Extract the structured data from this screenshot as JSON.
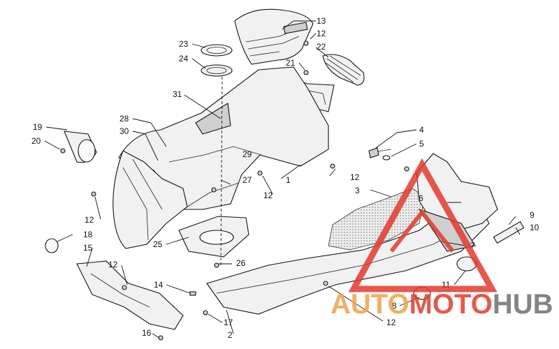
{
  "callouts": [
    {
      "id": "c13",
      "text": "13"
    },
    {
      "id": "c12a",
      "text": "12"
    },
    {
      "id": "c22",
      "text": "22"
    },
    {
      "id": "c23",
      "text": "23"
    },
    {
      "id": "c24",
      "text": "24"
    },
    {
      "id": "c21",
      "text": "21"
    },
    {
      "id": "c31",
      "text": "31"
    },
    {
      "id": "c28",
      "text": "28"
    },
    {
      "id": "c30",
      "text": "30"
    },
    {
      "id": "c19",
      "text": "19"
    },
    {
      "id": "c20",
      "text": "20"
    },
    {
      "id": "c4",
      "text": "4"
    },
    {
      "id": "c5",
      "text": "5"
    },
    {
      "id": "c29",
      "text": "29"
    },
    {
      "id": "c12b",
      "text": "12"
    },
    {
      "id": "c27",
      "text": "27"
    },
    {
      "id": "c1",
      "text": "1"
    },
    {
      "id": "c12c",
      "text": "12"
    },
    {
      "id": "c3",
      "text": "3"
    },
    {
      "id": "c6",
      "text": "6"
    },
    {
      "id": "c12d",
      "text": "12"
    },
    {
      "id": "c9",
      "text": "9"
    },
    {
      "id": "c10",
      "text": "10"
    },
    {
      "id": "c18",
      "text": "18"
    },
    {
      "id": "c15",
      "text": "15"
    },
    {
      "id": "c25",
      "text": "25"
    },
    {
      "id": "c7",
      "text": "7"
    },
    {
      "id": "c12e",
      "text": "12"
    },
    {
      "id": "c26",
      "text": "26"
    },
    {
      "id": "c14",
      "text": "14"
    },
    {
      "id": "c11",
      "text": "11"
    },
    {
      "id": "c8",
      "text": "8"
    },
    {
      "id": "c12f",
      "text": "12"
    },
    {
      "id": "c17",
      "text": "17"
    },
    {
      "id": "c16",
      "text": "16"
    },
    {
      "id": "c2",
      "text": "2"
    }
  ],
  "watermark": {
    "part1": "AUTO",
    "part2": "MOTO",
    "part3": "HUB",
    "color_orange": "#f0a24a",
    "color_red": "#e23b2e",
    "color_gray": "#6f6f6f"
  }
}
